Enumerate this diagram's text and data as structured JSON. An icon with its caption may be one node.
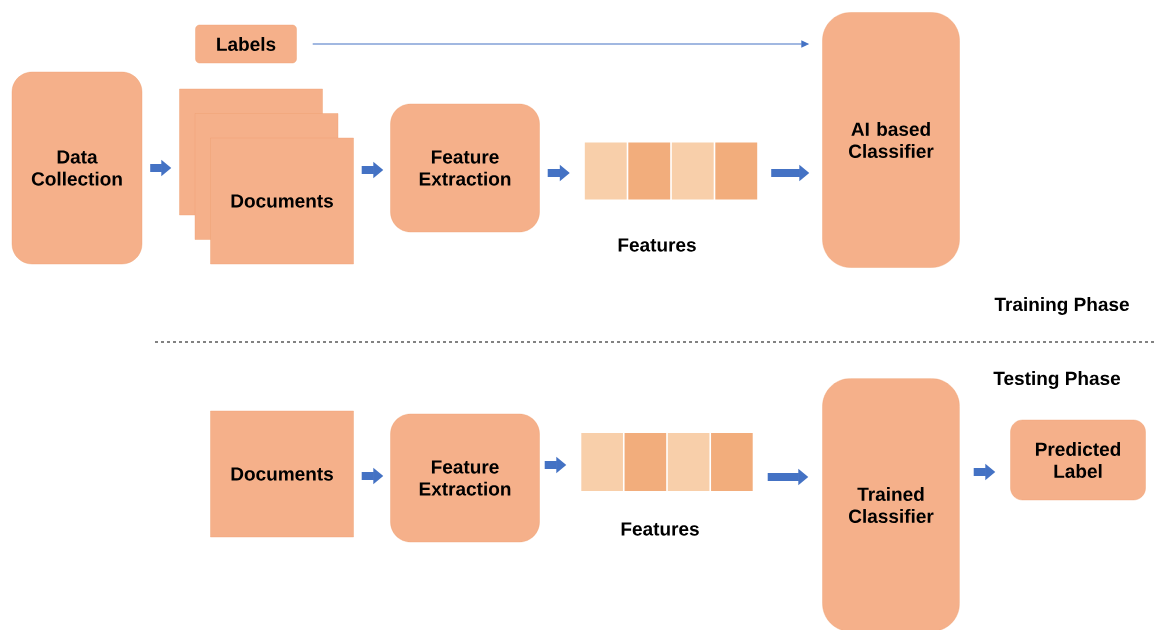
{
  "diagram": {
    "nodes": [
      {
        "text": [
          "Labels"
        ]
      },
      {
        "text": [
          "Data Collection"
        ]
      },
      {
        "text": [
          "Documents"
        ]
      },
      {
        "text": [
          "Feature Extraction"
        ]
      },
      {
        "text": [],
        "shape": "bar",
        "beside": [
          "Features"
        ]
      },
      {
        "text": [
          "AI based Classifier"
        ]
      },
      {
        "text": [
          "Documents"
        ]
      },
      {
        "text": [
          "Feature Extraction"
        ]
      },
      {
        "text": [],
        "shape": "bar",
        "beside": [
          "Features"
        ]
      },
      {
        "text": [
          "Trained Classifier"
        ]
      },
      {
        "text": [
          "Predicted Label"
        ]
      }
    ],
    "edges": [
      {
        "from": 0,
        "to": 5,
        "arrow": "to"
      },
      {
        "from": 1,
        "to": 2,
        "arrow": "to"
      },
      {
        "from": 2,
        "to": 3,
        "arrow": "to"
      },
      {
        "from": 3,
        "to": 4,
        "arrow": "to"
      },
      {
        "from": 4,
        "to": 5,
        "arrow": "to"
      },
      {
        "from": 6,
        "to": 7,
        "arrow": "to"
      },
      {
        "from": 7,
        "to": 8,
        "arrow": "to"
      },
      {
        "from": 8,
        "to": 9,
        "arrow": "to"
      },
      {
        "from": 9,
        "to": 10,
        "arrow": "to"
      }
    ],
    "labels": [
      "Training Phase",
      "Testing Phase"
    ]
  }
}
